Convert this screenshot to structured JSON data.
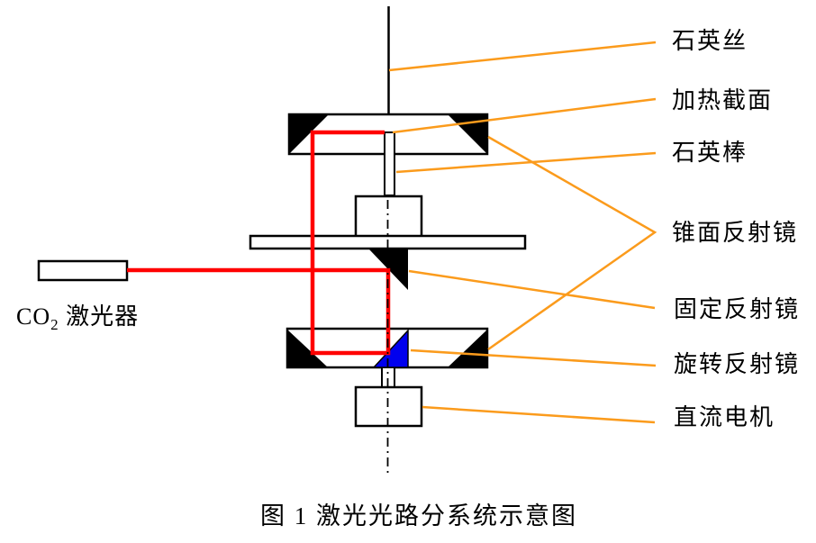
{
  "figure": {
    "caption": "图 1 激光光路分系统示意图",
    "colors": {
      "beam_red": "#ff0000",
      "leader_orange": "#fb9b1c",
      "rotating_mirror_blue": "#0000ee",
      "shape_black": "#000000"
    },
    "labels": {
      "quartz_fiber": "石英丝",
      "heating_section": "加热截面",
      "quartz_rod": "石英棒",
      "cone_mirror": "锥面反射镜",
      "fixed_mirror": "固定反射镜",
      "rotating_mirror": "旋转反射镜",
      "dc_motor": "直流电机",
      "co2_laser_prefix": "CO",
      "co2_laser_subscript": "2",
      "co2_laser_suffix": " 激光器"
    }
  }
}
